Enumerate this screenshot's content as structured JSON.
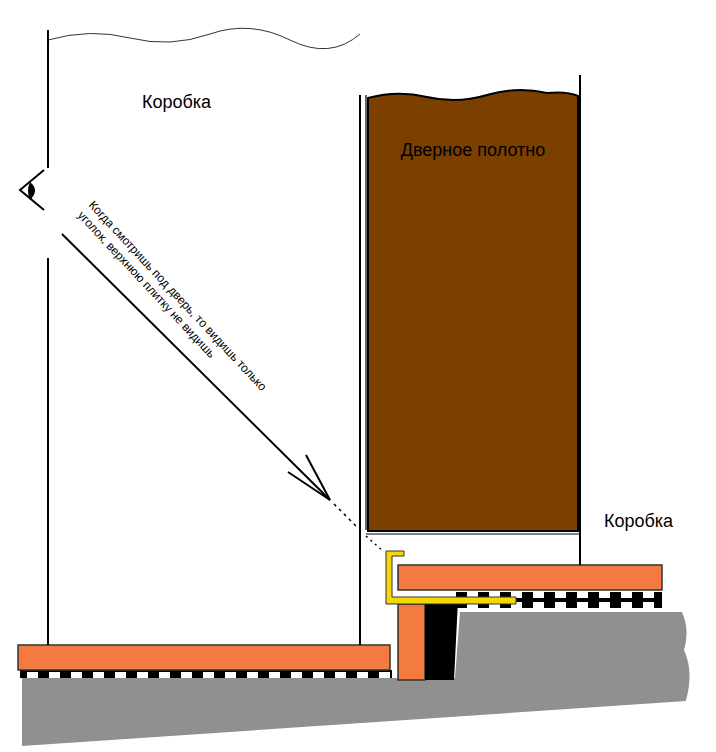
{
  "diagram": {
    "nodes": [
      {
        "text": [
          "Дверное полотно"
        ]
      }
    ],
    "labels": [
      "Коробка",
      "Когда смотришь под дверь, то видишь только уголок, верхнюю плитку не видишь",
      "Коробка"
    ]
  }
}
